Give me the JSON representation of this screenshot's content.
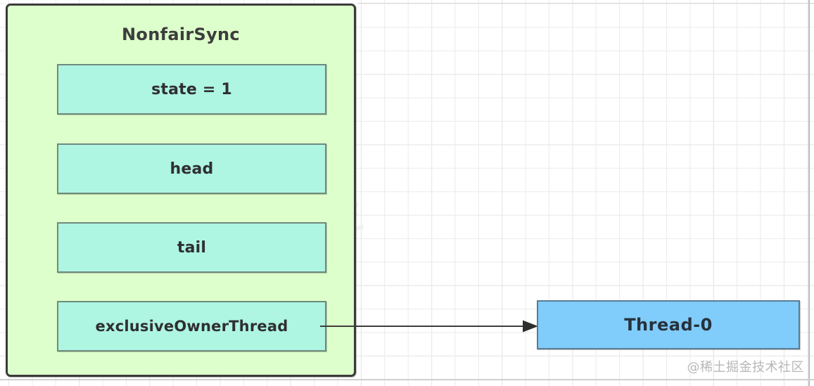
{
  "diagram": {
    "title": "NonfairSync",
    "panel": {
      "name": "NonfairSync",
      "fill_color": "#ddffcb",
      "border_color": "#3b3b3b"
    },
    "fields": [
      {
        "key": "state",
        "label": "state = 1"
      },
      {
        "key": "head",
        "label": "head"
      },
      {
        "key": "tail",
        "label": "tail"
      },
      {
        "key": "exclusiveOwnerThread",
        "label": "exclusiveOwnerThread"
      }
    ],
    "field_style": {
      "fill_color": "#aef5e2",
      "border_color": "#6f8a7c"
    },
    "thread": {
      "label": "Thread-0",
      "fill_color": "#80ccfb",
      "border_color": "#5a7c92"
    },
    "connector": {
      "from": "exclusiveOwnerThread",
      "to": "Thread-0",
      "style": "solid-arrow",
      "color": "#3d3d3d"
    },
    "watermark": {
      "corner_text": "@稀土掘金技术社区",
      "centre_text": "掘金"
    },
    "background": {
      "grid": "on",
      "minor_color": "#ebebeb",
      "major_color": "#d8d8d8",
      "page_color": "#ffffff"
    }
  }
}
